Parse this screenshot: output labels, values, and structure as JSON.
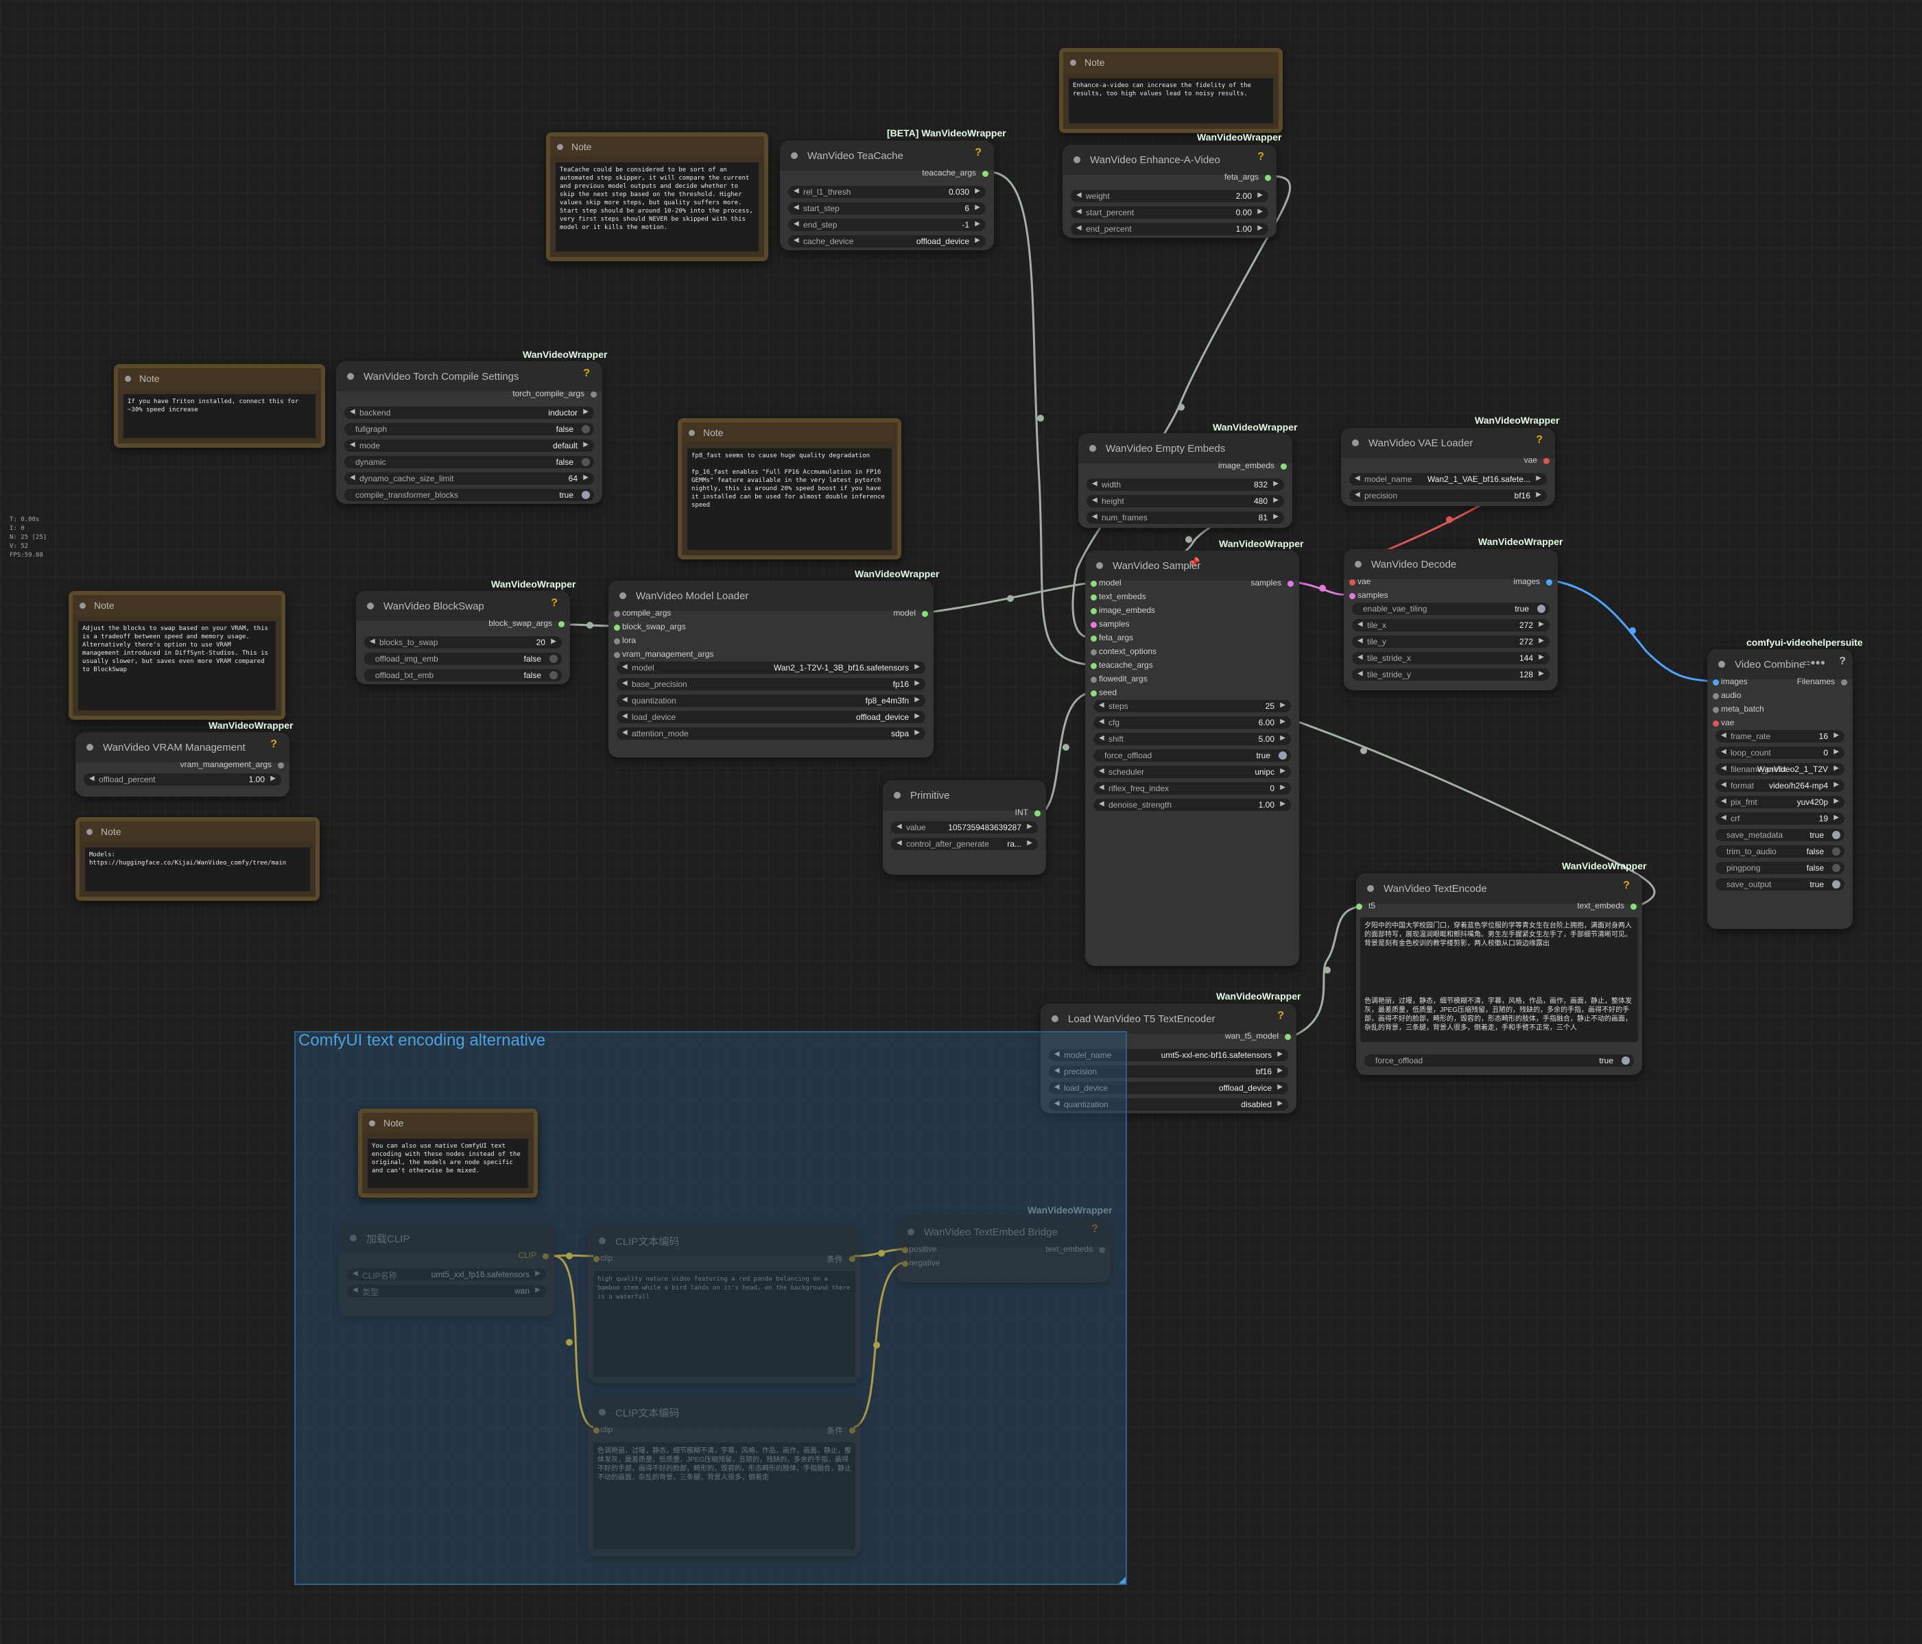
{
  "stats": [
    "T: 0.00s",
    "I: 0",
    "N: 25 [25]",
    "V: 52",
    "FPS:59.88"
  ],
  "notes": {
    "teacache": {
      "title": "Note",
      "text": "TeaCache could be considered to be sort of an automated step skipper, it will compare the current and previous model outputs and decide whether to skip the next step based on the threshold. Higher values skip more steps, but quality suffers more. Start step should be around 10-20% into the process, very first steps should NEVER be skipped with this model or it kills the motion."
    },
    "enhance": {
      "title": "Note",
      "text": "Enhance-a-video can increase the fidelity of the results, too high values lead to noisy results."
    },
    "triton": {
      "title": "Note",
      "text": "If you have Triton installed, connect this for ~30% speed increase"
    },
    "fp8": {
      "title": "Note",
      "text": "fp8_fast seems to cause huge quality degradation\n\nfp_16_fast enables \"Full FP16 Accmumulation in FP16 GEMMs\" feature available in the very latest pytorch nightly, this is around 20% speed boost if you have it installed can be used for almost double inference speed"
    },
    "blockswap": {
      "title": "Note",
      "text": "Adjust the blocks to swap based on your VRAM, this is a tradeoff between speed and memory usage.\nAlternatively there's option to use VRAM management introduced in DiffSynt-Studios. This is usually slower, but saves even more VRAM compared to BlockSwap"
    },
    "models": {
      "title": "Note",
      "text": "Models:\nhttps://huggingface.co/Kijai/WanVideo_comfy/tree/main"
    },
    "native": {
      "title": "Note",
      "text": "You can also use native ComfyUI text encoding with these nodes instead of the original, the models are node specific and can't otherwise be mixed."
    }
  },
  "teacache": {
    "badge": "[BETA] WanVideoWrapper",
    "title": "WanVideo TeaCache",
    "output": "teacache_args",
    "widgets": [
      {
        "label": "rel_l1_thresh",
        "value": "0.030"
      },
      {
        "label": "start_step",
        "value": "6"
      },
      {
        "label": "end_step",
        "value": "-1"
      },
      {
        "label": "cache_device",
        "value": "offload_device"
      }
    ]
  },
  "enhance": {
    "badge": "WanVideoWrapper",
    "title": "WanVideo Enhance-A-Video",
    "output": "feta_args",
    "widgets": [
      {
        "label": "weight",
        "value": "2.00"
      },
      {
        "label": "start_percent",
        "value": "0.00"
      },
      {
        "label": "end_percent",
        "value": "1.00"
      }
    ]
  },
  "compile": {
    "badge": "WanVideoWrapper",
    "title": "WanVideo Torch Compile Settings",
    "output": "torch_compile_args",
    "widgets": [
      {
        "label": "backend",
        "value": "inductor"
      },
      {
        "label": "fullgraph",
        "value": "false"
      },
      {
        "label": "mode",
        "value": "default"
      },
      {
        "label": "dynamic",
        "value": "false"
      },
      {
        "label": "dynamo_cache_size_limit",
        "value": "64"
      },
      {
        "label": "compile_transformer_blocks",
        "value": "true"
      }
    ]
  },
  "empty": {
    "badge": "WanVideoWrapper",
    "title": "WanVideo Empty Embeds",
    "output": "image_embeds",
    "widgets": [
      {
        "label": "width",
        "value": "832"
      },
      {
        "label": "height",
        "value": "480"
      },
      {
        "label": "num_frames",
        "value": "81"
      }
    ]
  },
  "vae": {
    "badge": "WanVideoWrapper",
    "title": "WanVideo VAE Loader",
    "output": "vae",
    "widgets": [
      {
        "label": "model_name",
        "value": "Wan2_1_VAE_bf16.safete..."
      },
      {
        "label": "precision",
        "value": "bf16"
      }
    ]
  },
  "blockswap": {
    "badge": "WanVideoWrapper",
    "title": "WanVideo BlockSwap",
    "output": "block_swap_args",
    "widgets": [
      {
        "label": "blocks_to_swap",
        "value": "20"
      },
      {
        "label": "offload_img_emb",
        "value": "false"
      },
      {
        "label": "offload_txt_emb",
        "value": "false"
      }
    ]
  },
  "loader": {
    "badge": "WanVideoWrapper",
    "title": "WanVideo Model Loader",
    "output": "model",
    "inputs": [
      "compile_args",
      "block_swap_args",
      "lora",
      "vram_management_args"
    ],
    "widgets": [
      {
        "label": "model",
        "value": "Wan2_1-T2V-1_3B_bf16.safetensors"
      },
      {
        "label": "base_precision",
        "value": "fp16"
      },
      {
        "label": "quantization",
        "value": "fp8_e4m3fn"
      },
      {
        "label": "load_device",
        "value": "offload_device"
      },
      {
        "label": "attention_mode",
        "value": "sdpa"
      }
    ]
  },
  "sampler": {
    "badge": "WanVideoWrapper",
    "title": "WanVideo Sampler",
    "output": "samples",
    "inputs": [
      "model",
      "text_embeds",
      "image_embeds",
      "samples",
      "feta_args",
      "context_options",
      "teacache_args",
      "flowedit_args",
      "seed"
    ],
    "widgets": [
      {
        "label": "steps",
        "value": "25"
      },
      {
        "label": "cfg",
        "value": "6.00"
      },
      {
        "label": "shift",
        "value": "5.00"
      },
      {
        "label": "force_offload",
        "value": "true"
      },
      {
        "label": "scheduler",
        "value": "unipc"
      },
      {
        "label": "riflex_freq_index",
        "value": "0"
      },
      {
        "label": "denoise_strength",
        "value": "1.00"
      }
    ]
  },
  "decode": {
    "badge": "WanVideoWrapper",
    "title": "WanVideo Decode",
    "output": "images",
    "inputs": [
      "vae",
      "samples"
    ],
    "widgets": [
      {
        "label": "enable_vae_tiling",
        "value": "true"
      },
      {
        "label": "tile_x",
        "value": "272"
      },
      {
        "label": "tile_y",
        "value": "272"
      },
      {
        "label": "tile_stride_x",
        "value": "144"
      },
      {
        "label": "tile_stride_y",
        "value": "128"
      }
    ]
  },
  "combine": {
    "badge": "comfyui-videohelpersuite",
    "title": "Video Combine",
    "output": "Filenames",
    "inputs": [
      "images",
      "audio",
      "meta_batch",
      "vae"
    ],
    "widgets": [
      {
        "label": "frame_rate",
        "value": "16"
      },
      {
        "label": "loop_count",
        "value": "0"
      },
      {
        "label": "filename_prefix",
        "value": "WanVideo2_1_T2V"
      },
      {
        "label": "format",
        "value": "video/h264-mp4"
      },
      {
        "label": "pix_fmt",
        "value": "yuv420p"
      },
      {
        "label": "crf",
        "value": "19"
      },
      {
        "label": "save_metadata",
        "value": "true"
      },
      {
        "label": "trim_to_audio",
        "value": "false"
      },
      {
        "label": "pingpong",
        "value": "false"
      },
      {
        "label": "save_output",
        "value": "true"
      }
    ]
  },
  "vram": {
    "badge": "WanVideoWrapper",
    "title": "WanVideo VRAM Management",
    "output": "vram_management_args",
    "widgets": [
      {
        "label": "offload_percent",
        "value": "1.00"
      }
    ]
  },
  "primitive": {
    "title": "Primitive",
    "output": "INT",
    "widgets": [
      {
        "label": "value",
        "value": "1057359483639287"
      },
      {
        "label": "control_after_generate",
        "value": "ra..."
      }
    ]
  },
  "textencode": {
    "badge": "WanVideoWrapper",
    "title": "WanVideo TextEncode",
    "input": "t5",
    "output": "text_embeds",
    "positive": "夕阳中的中国大学校园门口，穿着蓝色学位服的学等青女生在台阶上拥抱，满面对身两人的面部特写，展现温润眼眶和颤抖嘴角。男生左手握紧女生左手了，手部细节清晰可见。背景是刻有金色校训的教学楼剪影，两人校徽从口袋边缘露出",
    "negative": "色调艳丽，过曝，静态，细节模糊不清，字幕，风格，作品，画作，画面，静止，整体发灰，最差质量，低质量，JPEG压缩残留，丑陋的，残缺的，多余的手指，画得不好的手部，画得不好的脸部，畸形的，毁容的，形态畸形的肢体，手指融合，静止不动的画面，杂乱的背景，三条腿，背景人很多，倒着走，手和手臂不正常，三个人",
    "widgets": [
      {
        "label": "force_offload",
        "value": "true"
      }
    ]
  },
  "t5loader": {
    "badge": "WanVideoWrapper",
    "title": "Load WanVideo T5 TextEncoder",
    "output": "wan_t5_model",
    "widgets": [
      {
        "label": "model_name",
        "value": "umt5-xxl-enc-bf16.safetensors"
      },
      {
        "label": "precision",
        "value": "bf16"
      },
      {
        "label": "load_device",
        "value": "offload_device"
      },
      {
        "label": "quantization",
        "value": "disabled"
      }
    ]
  },
  "group": {
    "title": "ComfyUI text encoding alternative"
  },
  "clipload": {
    "title": "加载CLIP",
    "output": "CLIP",
    "widgets": [
      {
        "label": "CLIP名称",
        "value": "umt5_xxl_fp16.safetensors"
      },
      {
        "label": "类型",
        "value": "wan"
      }
    ]
  },
  "clipenc1": {
    "title": "CLIP文本编码",
    "input": "clip",
    "output": "条件",
    "text": "high quality nature video featuring a red panda balancing on a bamboo stem while a bird lands on it's head, on the background there is a waterfall"
  },
  "clipenc2": {
    "title": "CLIP文本编码",
    "input": "clip",
    "output": "条件",
    "text": "色调艳丽，过曝，静态，细节模糊不清，字幕，风格，作品，画作，画面，静止，整体发灰，最差质量，低质量，JPEG压缩残留，丑陋的，残缺的，多余的手指，画得不好的手部，画得不好的脸部，畸形的，毁容的，形态畸形的肢体，手指融合，静止不动的画面，杂乱的背景，三条腿，背景人很多，倒着走"
  },
  "bridge": {
    "badge": "WanVideoWrapper",
    "title": "WanVideo TextEmbed Bridge",
    "inputs": [
      "positive",
      "negative"
    ],
    "output": "text_embeds"
  },
  "colors": {
    "wire": "#a5b0a5",
    "pink": "#e07adf",
    "blue": "#4da6ff",
    "red": "#e05555",
    "yellow": "#f0c020",
    "green": "#8adf7a"
  }
}
